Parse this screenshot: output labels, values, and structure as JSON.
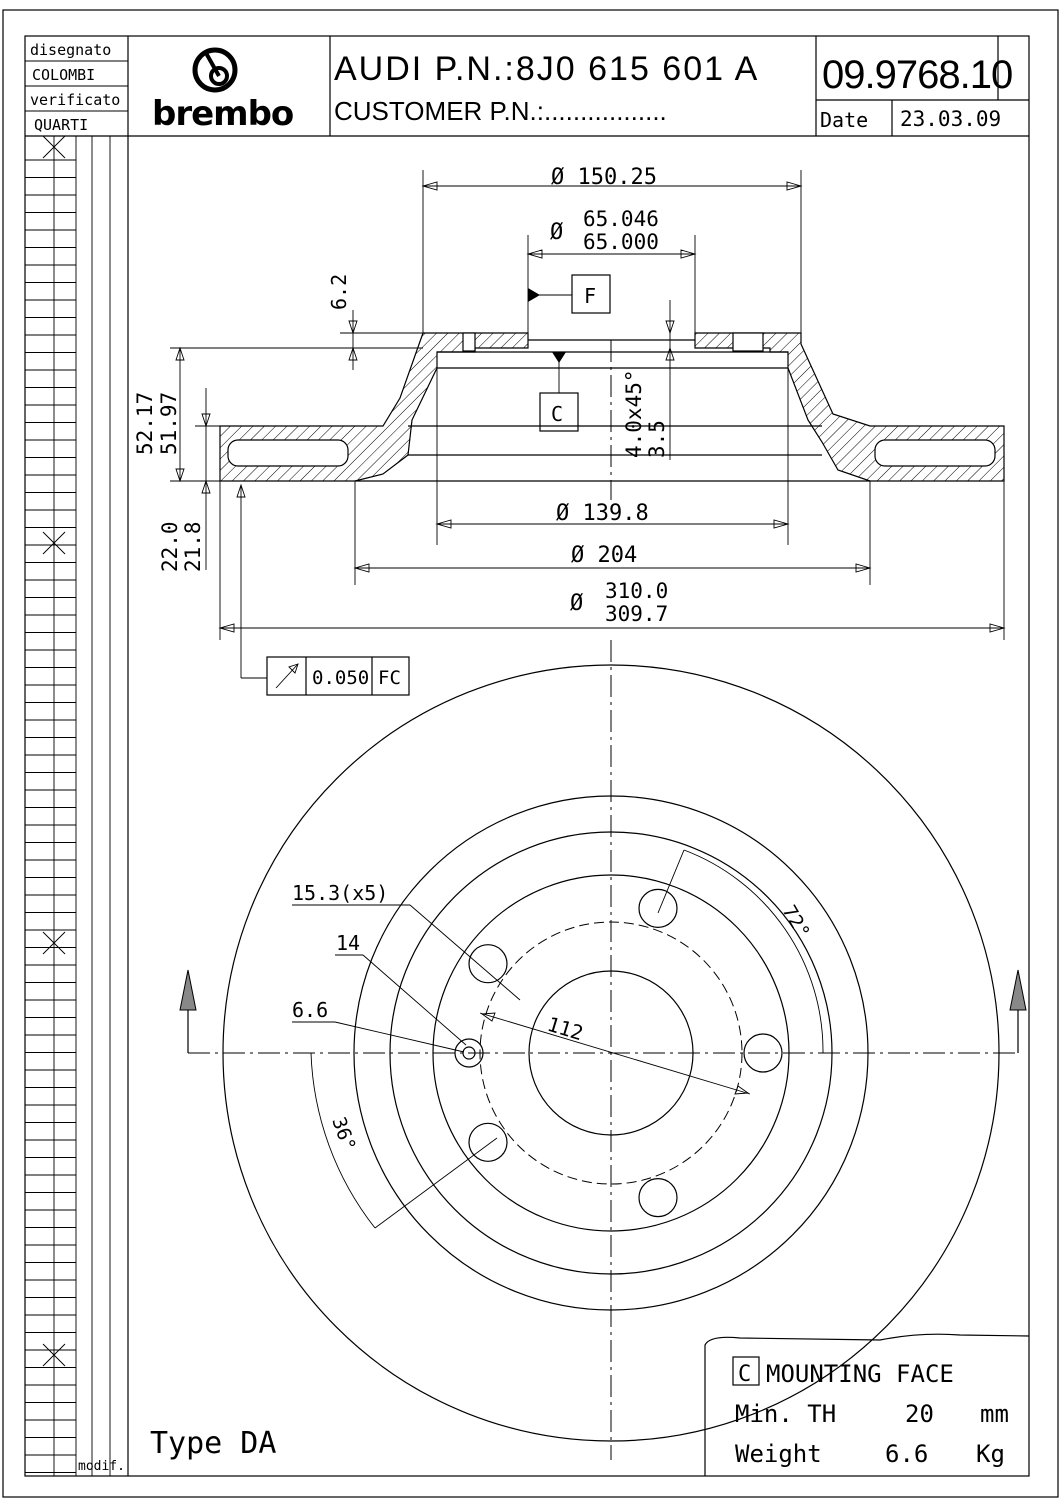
{
  "title_block": {
    "drawn_label": "disegnato",
    "drawn_by": "COLOMBI",
    "checked_label": "verificato",
    "checked_by": "QUARTI",
    "brand": "brembo",
    "oem_part": "AUDI P.N.:8J0 615 601 A",
    "customer_part": "CUSTOMER P.N.:.................",
    "drawing_number": "09.9768.10",
    "date_label": "Date",
    "date": "23.03.09",
    "revision_label": "modif."
  },
  "section_view": {
    "dia_hat_top": "150.25",
    "dia_center_bore_max": "65.046",
    "dia_center_bore_min": "65.000",
    "dia_symbol": "Ø",
    "hat_thickness": "6.2",
    "datum_f": "F",
    "datum_c": "C",
    "overall_height_max": "52.17",
    "overall_height_min": "51.97",
    "chamfer": "4.0x45°",
    "chamfer_alt": "3.5",
    "dia_hat_inner": "139.8",
    "dia_friction_inner": "204",
    "dia_outer_max": "310.0",
    "dia_outer_min": "309.7",
    "thickness_max": "22.0",
    "thickness_min": "21.8",
    "runout_tolerance": "0.050",
    "runout_datums": "FC"
  },
  "front_view": {
    "bolt_hole_dia": "15.3(x5)",
    "pin_hole_dia": "14",
    "pin_hole_small": "6.6",
    "bolt_circle": "112",
    "bolt_angle": "72°",
    "pin_angle": "36°"
  },
  "notes": {
    "type": "Type DA",
    "datum_c_box": "C",
    "mounting_face": "MOUNTING FACE",
    "min_th_label": "Min. TH",
    "min_th_value": "20",
    "min_th_unit": "mm",
    "weight_label": "Weight",
    "weight_value": "6.6",
    "weight_unit": "Kg"
  }
}
